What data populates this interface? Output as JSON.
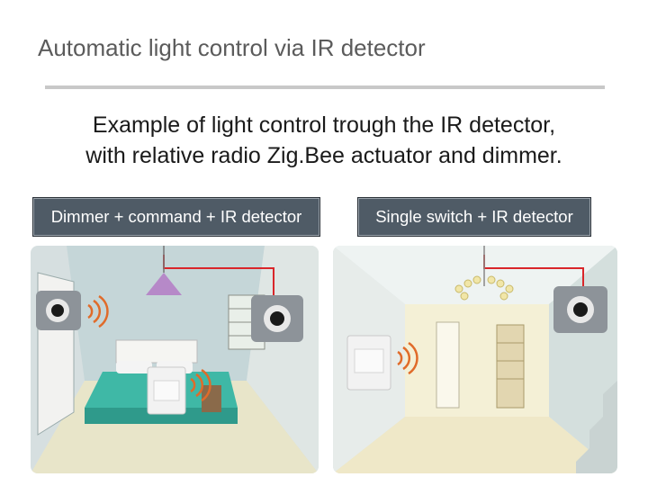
{
  "slide": {
    "title": "Automatic light control via IR detector",
    "subtitle_line1": "Example of light control trough the IR detector,",
    "subtitle_line2": "with relative radio Zig.Bee actuator and dimmer."
  },
  "captions": {
    "left": "Dimmer + command + IR detector",
    "right": "Single switch + IR detector"
  },
  "colors": {
    "caption_bg": "#4f5b66",
    "wire": "#d9262a",
    "signal": "#e06b2a"
  },
  "icons": {
    "ir_detector": "ir-detector-icon",
    "wireless_signal": "wireless-signal-icon"
  }
}
